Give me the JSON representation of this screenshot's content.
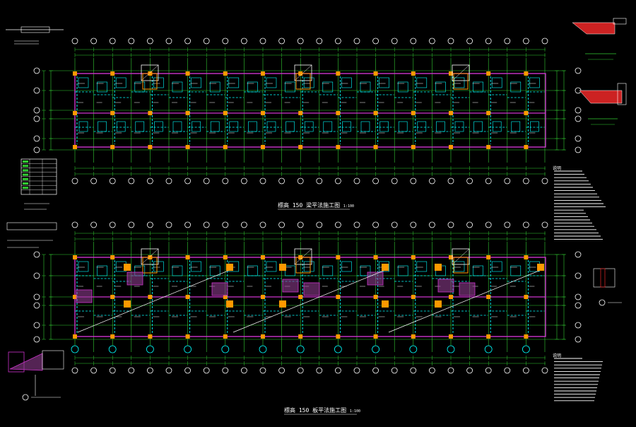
{
  "drawing": {
    "plan_top_title": "標高 150 梁平法施工图",
    "plan_bottom_title": "標高 150 板平法施工图",
    "scale_text": "1:100",
    "notes_heading": "说明",
    "colors": {
      "background": "#000000",
      "axis_lines": "#33cc33",
      "axis_bubbles": "#ffffff",
      "beams": "#00ffff",
      "walls": "#cc33cc",
      "columns": "#ff9900",
      "dimension": "#33cc33",
      "text": "#ffffff",
      "hatch_red": "#cc2222"
    }
  }
}
